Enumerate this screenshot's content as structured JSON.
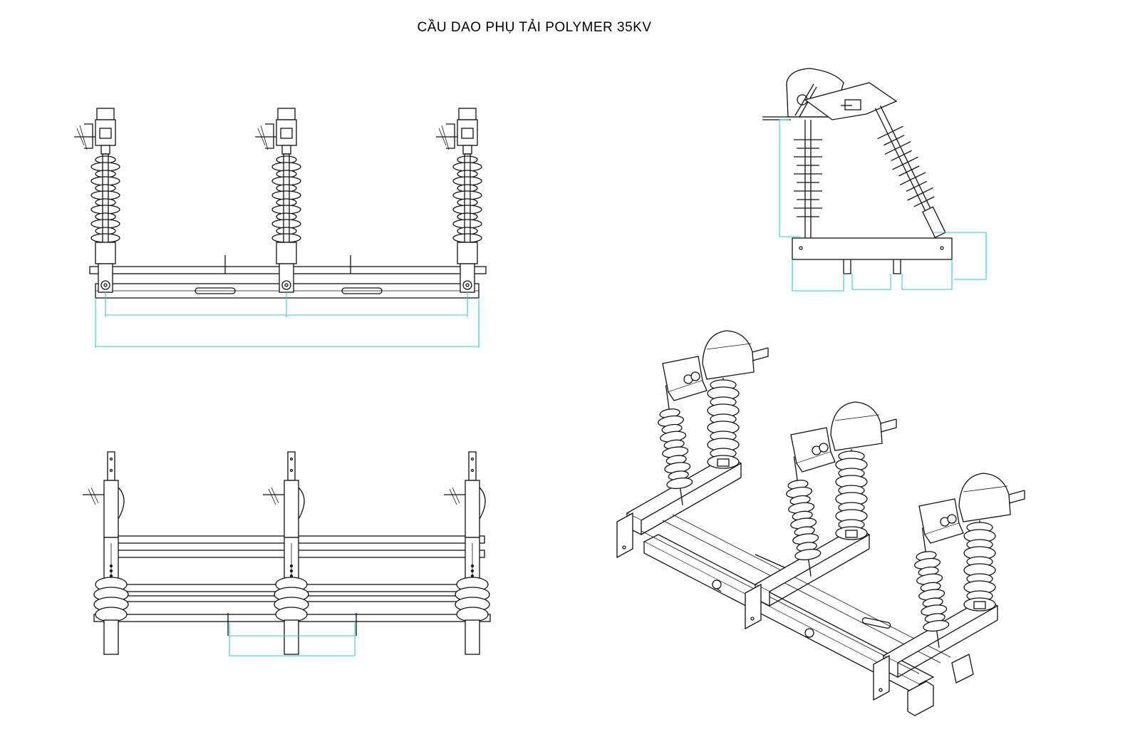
{
  "drawing": {
    "title": "CẦU DAO PHỤ TẢI POLYMER 35KV"
  },
  "views": [
    {
      "name": "front-view",
      "poles": 3
    },
    {
      "name": "top-view",
      "poles": 3
    },
    {
      "name": "side-view",
      "poles": 1
    },
    {
      "name": "isometric-view",
      "poles": 3
    }
  ],
  "colors": {
    "line": "#111111",
    "dimension": "#33cccc",
    "background": "#ffffff"
  }
}
